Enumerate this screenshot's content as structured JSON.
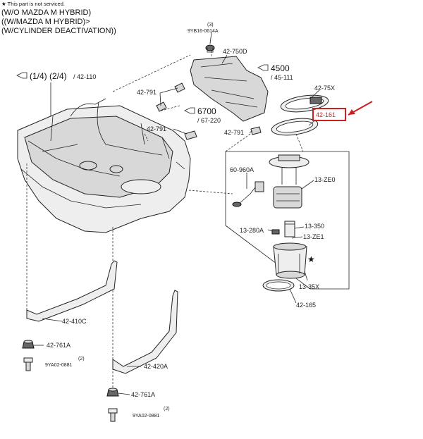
{
  "header": {
    "note": "★ This part is not serviced.",
    "line1": "(W/O MAZDA M HYBRID)",
    "line2": "((W/MAZDA M HYBRID)>",
    "line3": "(W/CYLINDER DEACTIVATION))"
  },
  "references": {
    "ref_110": {
      "fraction": "(1/4) (2/4)",
      "code": "/ 42-110"
    },
    "ref_4500": {
      "number": "4500",
      "sub": "/ 45-111"
    },
    "ref_6700": {
      "number": "6700",
      "sub": "/ 67-220"
    }
  },
  "parts": {
    "p_0614a_qty": "(3)",
    "p_0614a": "9YB16-0614A",
    "p_750d": "42-750D",
    "p_791_a": "42-791",
    "p_791_b": "42-791",
    "p_791_c": "42-791",
    "p_75x": "42-75X",
    "p_161": "42-161",
    "p_960a": "60-960A",
    "p_ze0": "13-ZE0",
    "p_350": "13-350",
    "p_280a": "13-280A",
    "p_ze1": "13-ZE1",
    "p_35x": "13-35X",
    "p_165": "42-165",
    "p_410c": "42-410C",
    "p_420a": "42-420A",
    "p_761a_1": "42-761A",
    "p_761a_2": "42-761A",
    "p_0881_qty_1": "(2)",
    "p_0881_1": "9YA02-0881",
    "p_0881_qty_2": "(2)",
    "p_0881_2": "9YA02-0881",
    "star": "★"
  },
  "colors": {
    "highlight": "#cc1f1f",
    "line": "#222222"
  }
}
